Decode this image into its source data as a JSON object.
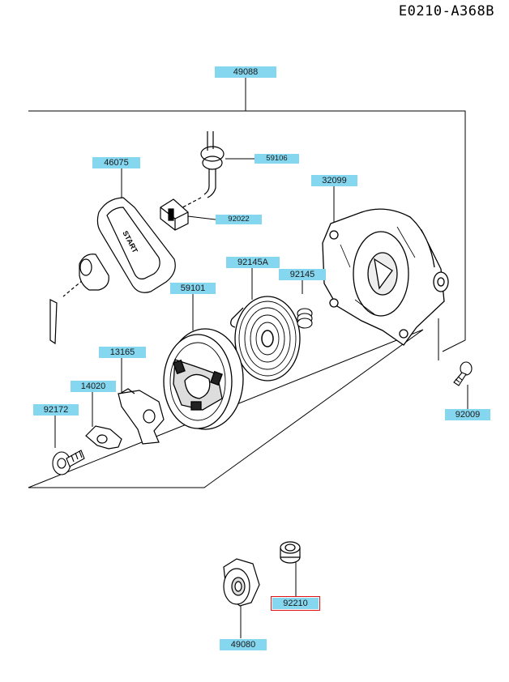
{
  "reference_code": "E0210-A368B",
  "parts": [
    {
      "id": "p49088",
      "number": "49088"
    },
    {
      "id": "p46075",
      "number": "46075"
    },
    {
      "id": "p59106",
      "number": "59106"
    },
    {
      "id": "p92022",
      "number": "92022"
    },
    {
      "id": "p32099",
      "number": "32099"
    },
    {
      "id": "p92145A",
      "number": "92145A"
    },
    {
      "id": "p92145",
      "number": "92145"
    },
    {
      "id": "p59101",
      "number": "59101"
    },
    {
      "id": "p13165",
      "number": "13165"
    },
    {
      "id": "p14020",
      "number": "14020"
    },
    {
      "id": "p92172",
      "number": "92172"
    },
    {
      "id": "p92009",
      "number": "92009"
    },
    {
      "id": "p92210",
      "number": "92210",
      "selected": true
    },
    {
      "id": "p49080",
      "number": "49080"
    }
  ],
  "handle_text": "START",
  "colors": {
    "label_bg": "#85d6ef",
    "highlight": "#dd1111"
  }
}
